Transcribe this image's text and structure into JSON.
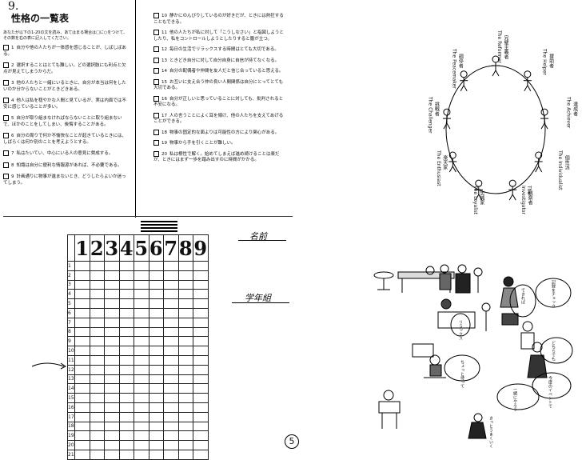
{
  "page": {
    "section_number": "9.",
    "title": "性格の一覧表",
    "intro": "あなたが以下の1-20の文を読み、あてはまる場合は□に○をつけて、その数を右の表に記入してください。",
    "name_label": "名前",
    "grade_label": "学年組",
    "page_number": "5"
  },
  "left_items": [
    {
      "no": "1",
      "text": "自分や他の人たちが一体感を感じることが、しばしばある。"
    },
    {
      "no": "2",
      "text": "選択することはとても難しい。どの選択肢にも利点と欠点が見えてしまうからだ。"
    },
    {
      "no": "3",
      "text": "他の人たちと一緒にいるときに、自分が本当は何をしたいのか分からないことがときどきある。"
    },
    {
      "no": "4",
      "text": "他人は私を穏やかな人間と見ているが、実は内面では不安に感じていることが多い。"
    },
    {
      "no": "5",
      "text": "自分が取り組まなければならないことに取り組まないで、ほかのことをしてしまい、後悔することがある。"
    },
    {
      "no": "6",
      "text": "自分の周りで何か不愉快なことが起きているときには、しばらくは何か別のことを考えようとする。"
    },
    {
      "no": "7",
      "text": "私はたいてい、中心にいる人の意見に賛成する。"
    },
    {
      "no": "8",
      "text": "知識は自分に便利な情報源があれば、不必要である。"
    },
    {
      "no": "9",
      "text": "計画通りに物事が進まないとき、どうしたらよいか迷ってしまう。"
    }
  ],
  "right_items": [
    {
      "no": "10",
      "text": "静かにのんびりしているのが好きだが、ときには熱狂することもできる。"
    },
    {
      "no": "11",
      "text": "他の人たちが私に対して「こうしなさい」と指図しようとしたり、私をコントロールしようとしたりすると腹が立つ。"
    },
    {
      "no": "12",
      "text": "毎日の生活でリラックスする時間はとても大切である。"
    },
    {
      "no": "13",
      "text": "ときどき自分に対して自分自身に自信が持てなくなる。"
    },
    {
      "no": "14",
      "text": "自分の配偶者や仲間を友人だと信じ合っていると思える。"
    },
    {
      "no": "15",
      "text": "お互いに支え合う仲の良い人間関係は自分にとってとても大切である。"
    },
    {
      "no": "16",
      "text": "自分が正しいと思っていることに対しても、批判されると不安になる。"
    },
    {
      "no": "17",
      "text": "人の言うことによく耳を傾け、他の人たちを支えてあげることができる。"
    },
    {
      "no": "18",
      "text": "物事の固定的な面よりは可能性の方により関心がある。"
    },
    {
      "no": "19",
      "text": "物事から手を引くことが難しい。"
    },
    {
      "no": "20",
      "text": "私は根性で解く。始めてしまえば進め続けることは楽だが、ときにはまず一歩を踏み出すのに時間がかかる。"
    }
  ],
  "grid": {
    "columns": [
      "1",
      "2",
      "3",
      "4",
      "5",
      "6",
      "7",
      "8",
      "9"
    ],
    "rows": [
      "1",
      "2",
      "3",
      "4",
      "5",
      "6",
      "7",
      "8",
      "9",
      "10",
      "11",
      "12",
      "13",
      "14",
      "15",
      "16",
      "17",
      "18",
      "19",
      "20",
      "21"
    ]
  },
  "circle_figure": {
    "labels": [
      "The Reformer",
      "The Helper",
      "The Achiever",
      "The Individualist",
      "The Investigator",
      "The Loyalist",
      "The Enthusiast",
      "The Challenger",
      "The Peacemaker"
    ],
    "jp_labels": [
      "完璧主義者",
      "援助者",
      "達成者",
      "個性派",
      "観察者",
      "忠誠家",
      "楽天家",
      "挑戦者",
      "調停者"
    ]
  },
  "cartoon": {
    "bubbles": [
      "記録をチェック",
      "できれば",
      "リラックス",
      "ちょっと待って",
      "一緒にやろう",
      "どちらでも",
      "今度のイベントで",
      "きっとうまくいく"
    ]
  }
}
